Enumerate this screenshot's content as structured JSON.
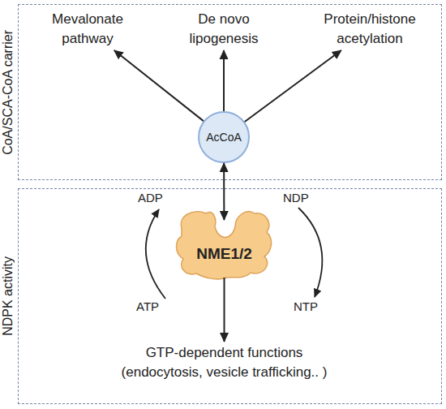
{
  "diagram": {
    "nodes": [
      {
        "text": [
          "CoA/SCA-CoA carrier"
        ]
      },
      {
        "text": [
          "Mevalonate pathway"
        ],
        "in": 0
      },
      {
        "text": [
          "De novo lipogenesis"
        ],
        "in": 0
      },
      {
        "text": [
          "Protein/histone acetylation"
        ],
        "in": 0
      },
      {
        "text": [
          "AcCoA"
        ],
        "in": 0
      },
      {
        "text": [
          "NDPK activity"
        ]
      },
      {
        "text": [
          "NME1/2"
        ],
        "in": 5
      },
      {
        "text": [
          "GTP-dependent functions (endocytosis, vesicle trafficking.. )"
        ],
        "in": 5
      }
    ],
    "edges": [
      {
        "from": 4,
        "to": 1,
        "arrow": "to"
      },
      {
        "from": 4,
        "to": 2,
        "arrow": "to"
      },
      {
        "from": 4,
        "to": 3,
        "arrow": "to"
      },
      {
        "from": 4,
        "to": 6,
        "arrow": "both"
      },
      {
        "from": 6,
        "to": 7,
        "arrow": "to"
      }
    ],
    "labels": [
      "ADP",
      "ATP",
      "NDP",
      "NTP"
    ]
  }
}
